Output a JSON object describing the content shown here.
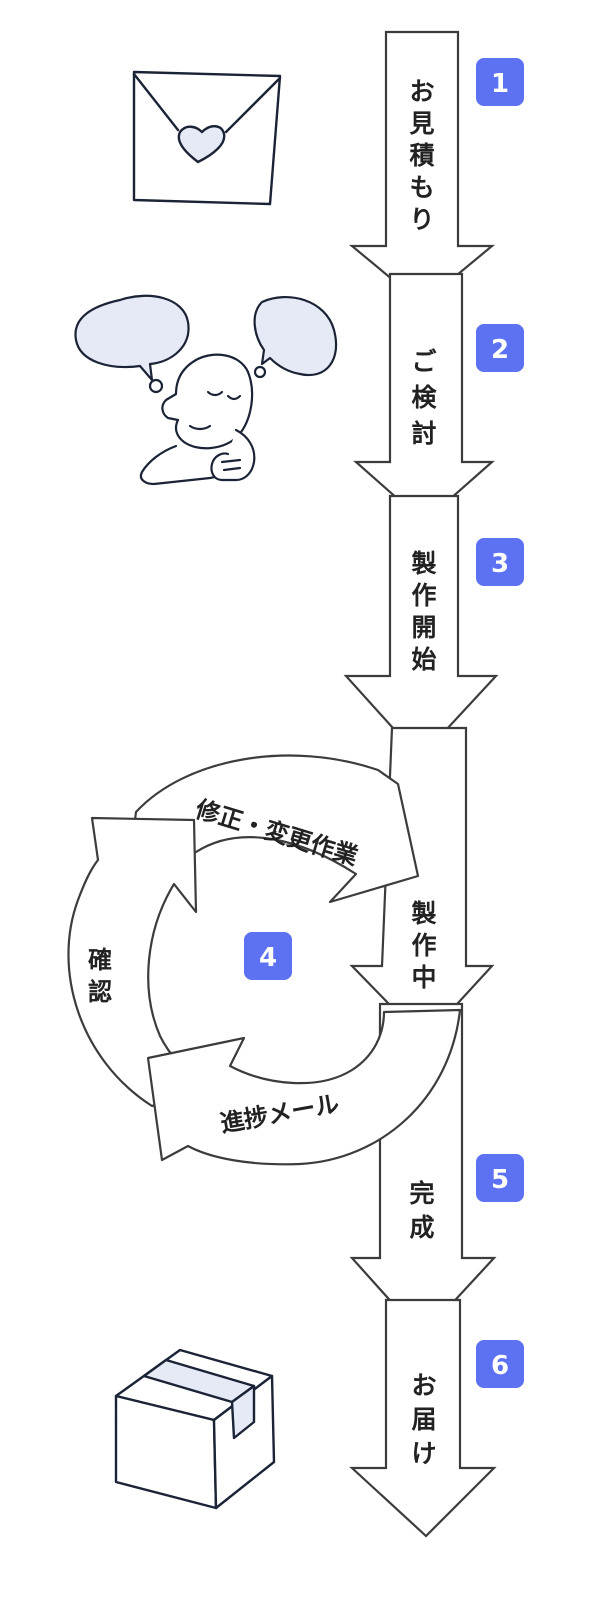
{
  "colors": {
    "stroke": "#3c3c3c",
    "fill": "#ffffff",
    "badge": "#5c72f2",
    "badge_text": "#ffffff",
    "illustration_stroke": "#1b2336",
    "illustration_fill": "#e6e9f6"
  },
  "steps": [
    {
      "number": "1",
      "label": "お見積もり",
      "chars": [
        "お",
        "見",
        "積",
        "も",
        "り"
      ]
    },
    {
      "number": "2",
      "label": "ご検討",
      "chars": [
        "ご",
        "検",
        "討"
      ]
    },
    {
      "number": "3",
      "label": "製作開始",
      "chars": [
        "製",
        "作",
        "開",
        "始"
      ]
    },
    {
      "number": "4",
      "label": "製作中",
      "chars": [
        "製",
        "作",
        "中"
      ]
    },
    {
      "number": "5",
      "label": "完成",
      "chars": [
        "完",
        "成"
      ]
    },
    {
      "number": "6",
      "label": "お届け",
      "chars": [
        "お",
        "届",
        "け"
      ]
    }
  ],
  "cycle": {
    "top_label": "修正・変更作業",
    "bottom_label": "進捗メール",
    "left_label": "確認",
    "left_chars": [
      "確",
      "認"
    ]
  },
  "illustrations": [
    "envelope-icon",
    "thinking-person-icon",
    "cardboard-box-icon"
  ]
}
